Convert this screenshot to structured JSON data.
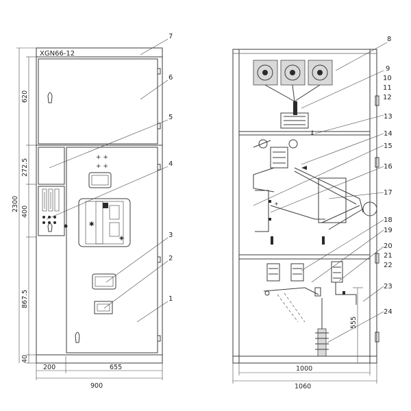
{
  "model_label": "XGN66-12",
  "left_view": {
    "vertical_dimensions": [
      "620",
      "272.5",
      "400",
      "867.5",
      "40"
    ],
    "total_height": "2300",
    "horizontal_dimensions": [
      "200",
      "655"
    ],
    "total_width": "900",
    "callouts": [
      "1",
      "2",
      "3",
      "4",
      "5",
      "6",
      "7"
    ]
  },
  "right_view": {
    "height_dimension": "555",
    "inner_width": "1000",
    "total_width": "1060",
    "callouts": [
      "8",
      "9",
      "10",
      "11",
      "12",
      "13",
      "14",
      "15",
      "16",
      "17",
      "18",
      "19",
      "20",
      "21",
      "22",
      "23",
      "24"
    ]
  }
}
